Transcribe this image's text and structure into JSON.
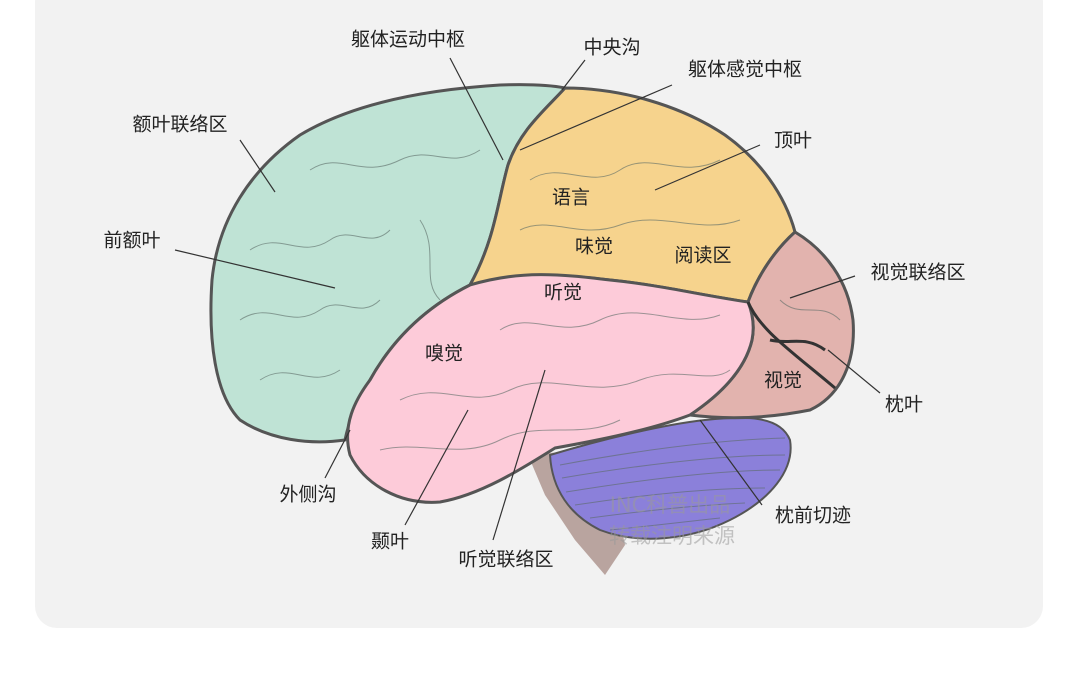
{
  "labels": {
    "motor_cortex": "躯体运动中枢",
    "central_sulcus": "中央沟",
    "somatosensory_cortex": "躯体感觉中枢",
    "frontal_association": "额叶联络区",
    "parietal_lobe": "顶叶",
    "language": "语言",
    "prefrontal_lobe": "前额叶",
    "taste": "味觉",
    "reading_area": "阅读区",
    "visual_association": "视觉联络区",
    "hearing": "听觉",
    "smell": "嗅觉",
    "vision": "视觉",
    "occipital_lobe": "枕叶",
    "lateral_sulcus": "外侧沟",
    "preoccipital_notch": "枕前切迹",
    "temporal_lobe": "颞叶",
    "auditory_association": "听觉联络区"
  },
  "watermark": {
    "line1": "INC科普出品",
    "line2": "转载注明来源"
  },
  "colors": {
    "frontal": "#bfe3d5",
    "parietal": "#f6d38d",
    "occipital": "#e2b3ae",
    "temporal": "#fdcbd9",
    "cerebellum": "#8b80da",
    "brainstem": "#b9a49f",
    "background": "#f2f2f2"
  }
}
